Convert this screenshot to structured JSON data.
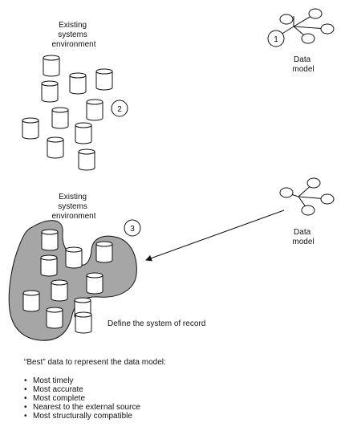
{
  "top_panel": {
    "env_label": [
      "Existing",
      "systems",
      "environment"
    ],
    "marker_1": "1",
    "marker_2": "2",
    "data_model_label": [
      "Data",
      "model"
    ]
  },
  "bottom_panel": {
    "env_label": [
      "Existing",
      "systems",
      "environment"
    ],
    "marker_3": "3",
    "data_model_label": [
      "Data",
      "model"
    ],
    "system_of_record_label": "Define the system of record"
  },
  "criteria": {
    "intro": "“Best” data to represent the data model:",
    "items": [
      "Most timely",
      "Most accurate",
      "Most complete",
      "Nearest to the external source",
      "Most structurally compatible"
    ]
  },
  "colors": {
    "region_fill": "#a6a6a6",
    "stroke": "#111111",
    "background": "#ffffff"
  }
}
